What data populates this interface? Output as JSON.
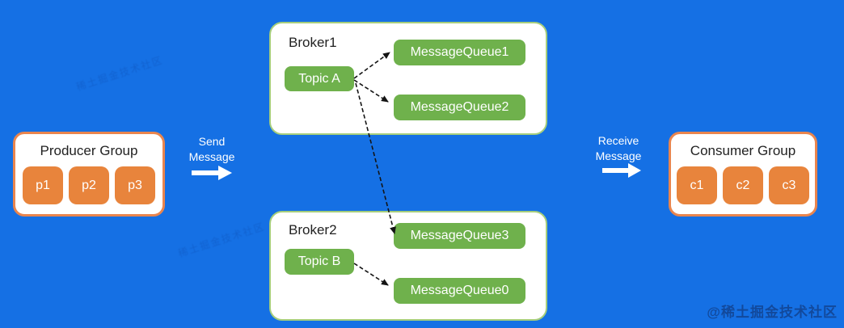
{
  "colors": {
    "background": "#1570e4",
    "node_green": "#6fb14c",
    "broker_border_green": "#a6ce7c",
    "member_orange": "#e8843c",
    "group_border_orange": "#e9854e",
    "arrow_black": "#141414",
    "flow_arrow_white": "#ffffff"
  },
  "producer_group": {
    "title": "Producer Group",
    "members": [
      "p1",
      "p2",
      "p3"
    ]
  },
  "consumer_group": {
    "title": "Consumer Group",
    "members": [
      "c1",
      "c2",
      "c3"
    ]
  },
  "brokers": [
    {
      "title": "Broker1",
      "topic": "Topic A",
      "queues": [
        "MessageQueue1",
        "MessageQueue2"
      ]
    },
    {
      "title": "Broker2",
      "topic": "Topic B",
      "queues": [
        "MessageQueue3",
        "MessageQueue0"
      ]
    }
  ],
  "labels": {
    "send": "Send\nMessage",
    "receive": "Receive\nMessage"
  },
  "watermark": {
    "text": "@稀土掘金技术社区",
    "faint": "稀土掘金技术社区"
  }
}
